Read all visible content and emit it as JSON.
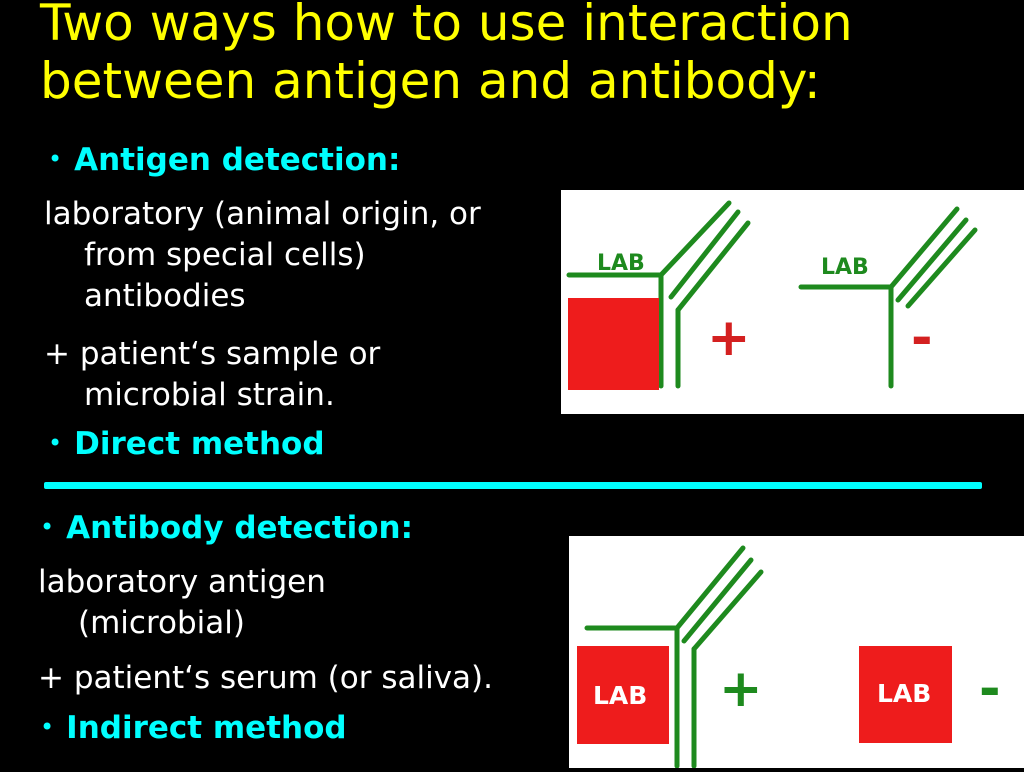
{
  "title": {
    "line1": "Two ways how to use interaction",
    "line2": "between antigen and antibody:"
  },
  "section1": {
    "heading": "Antigen detection:",
    "para1": [
      "laboratory (animal origin, or",
      "from special cells)",
      "antibodies"
    ],
    "para2": [
      "+ patient‘s sample or",
      "microbial strain."
    ],
    "method": "Direct method",
    "diagram": {
      "left_label": "LAB",
      "left_sign": "+",
      "right_label": "LAB",
      "right_sign": "-"
    }
  },
  "section2": {
    "heading": "Antibody detection:",
    "para1": [
      "laboratory antigen",
      "(microbial)"
    ],
    "para2": [
      "+ patient‘s serum (or saliva)."
    ],
    "method": "Indirect method",
    "diagram": {
      "left_label": "LAB",
      "left_sign": "+",
      "right_label": "LAB",
      "right_sign": "-"
    }
  },
  "colors": {
    "title": "#ffff00",
    "accent": "#00ffff",
    "antibody_green": "#1e8a1e",
    "antigen_red": "#ee1c1c",
    "sign_red": "#d42020"
  },
  "bullet_glyph": "•"
}
